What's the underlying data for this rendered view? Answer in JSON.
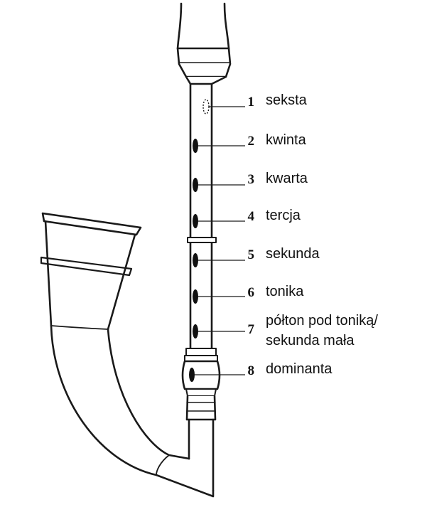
{
  "holes": [
    {
      "number": "1",
      "label": "seksta"
    },
    {
      "number": "2",
      "label": "kwinta"
    },
    {
      "number": "3",
      "label": "kwarta"
    },
    {
      "number": "4",
      "label": "tercja"
    },
    {
      "number": "5",
      "label": "sekunda"
    },
    {
      "number": "6",
      "label": "tonika"
    },
    {
      "number": "7",
      "label": "półton pod toniką/",
      "label2": "sekunda mała"
    },
    {
      "number": "8",
      "label": "dominanta"
    }
  ]
}
